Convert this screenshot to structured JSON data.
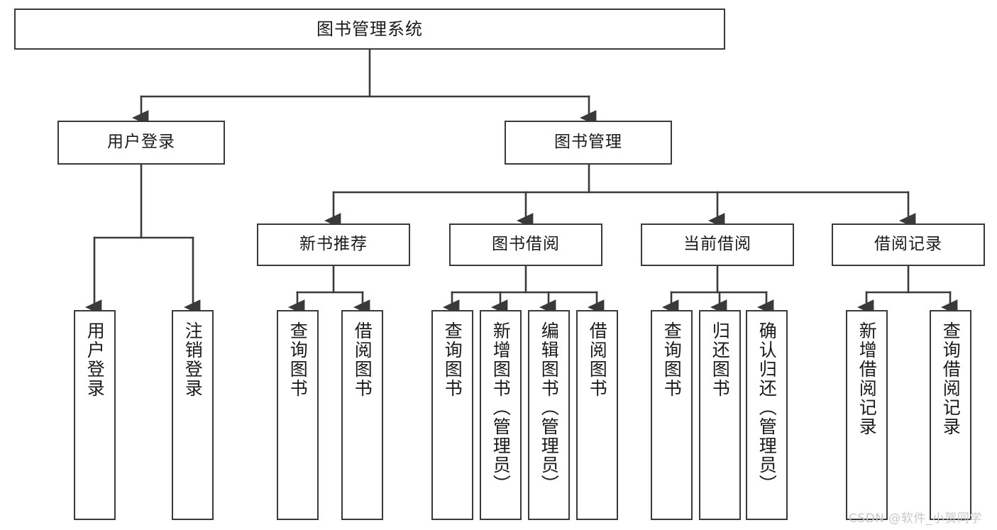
{
  "diagram": {
    "type": "tree-hierarchy",
    "title": "图书管理系统",
    "watermark": "CSDN @软件_小贺同学",
    "colors": {
      "box_border": "#3a3a3a",
      "box_fill": "#ffffff",
      "connector": "#3a3a3a",
      "text": "#1a1a1a",
      "watermark": "#c9c9c9",
      "background": "#ffffff"
    },
    "nodes": {
      "root": {
        "label": "图书管理系统"
      },
      "level2": [
        {
          "id": "user-login",
          "label": "用户登录"
        },
        {
          "id": "book-manage",
          "label": "图书管理"
        }
      ],
      "level3": [
        {
          "id": "new-book-recommend",
          "label": "新书推荐"
        },
        {
          "id": "book-borrow",
          "label": "图书借阅"
        },
        {
          "id": "current-borrow",
          "label": "当前借阅"
        },
        {
          "id": "borrow-record",
          "label": "借阅记录"
        }
      ],
      "leaves": {
        "user_login": [
          {
            "id": "leaf-user-login",
            "label": "用户登录"
          },
          {
            "id": "leaf-user-logout",
            "label": "注销登录"
          }
        ],
        "new_book_recommend": [
          {
            "id": "leaf-query-book-1",
            "label": "查询图书"
          },
          {
            "id": "leaf-borrow-book-1",
            "label": "借阅图书"
          }
        ],
        "book_borrow": [
          {
            "id": "leaf-query-book-2",
            "label": "查询图书"
          },
          {
            "id": "leaf-add-book",
            "label": "新增图书（管理员）"
          },
          {
            "id": "leaf-edit-book",
            "label": "编辑图书（管理员）"
          },
          {
            "id": "leaf-borrow-book-2",
            "label": "借阅图书"
          }
        ],
        "current_borrow": [
          {
            "id": "leaf-query-book-3",
            "label": "查询图书"
          },
          {
            "id": "leaf-return-book",
            "label": "归还图书"
          },
          {
            "id": "leaf-confirm-return",
            "label": "确认归还（管理员）"
          }
        ],
        "borrow_record": [
          {
            "id": "leaf-add-record",
            "label": "新增借阅记录"
          },
          {
            "id": "leaf-query-record",
            "label": "查询借阅记录"
          }
        ]
      }
    },
    "edges": [
      {
        "from": "图书管理系统",
        "to": "用户登录"
      },
      {
        "from": "图书管理系统",
        "to": "图书管理"
      },
      {
        "from": "用户登录",
        "to": "用户登录"
      },
      {
        "from": "用户登录",
        "to": "注销登录"
      },
      {
        "from": "图书管理",
        "to": "新书推荐"
      },
      {
        "from": "图书管理",
        "to": "图书借阅"
      },
      {
        "from": "图书管理",
        "to": "当前借阅"
      },
      {
        "from": "图书管理",
        "to": "借阅记录"
      },
      {
        "from": "新书推荐",
        "to": "查询图书"
      },
      {
        "from": "新书推荐",
        "to": "借阅图书"
      },
      {
        "from": "图书借阅",
        "to": "查询图书"
      },
      {
        "from": "图书借阅",
        "to": "新增图书（管理员）"
      },
      {
        "from": "图书借阅",
        "to": "编辑图书（管理员）"
      },
      {
        "from": "图书借阅",
        "to": "借阅图书"
      },
      {
        "from": "当前借阅",
        "to": "查询图书"
      },
      {
        "from": "当前借阅",
        "to": "归还图书"
      },
      {
        "from": "当前借阅",
        "to": "确认归还（管理员）"
      },
      {
        "from": "借阅记录",
        "to": "新增借阅记录"
      },
      {
        "from": "借阅记录",
        "to": "查询借阅记录"
      }
    ]
  }
}
